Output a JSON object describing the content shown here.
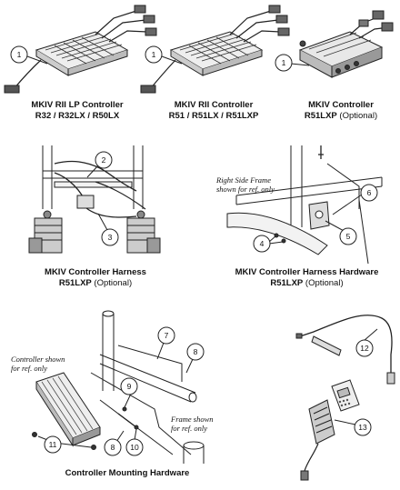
{
  "panels": {
    "p1": {
      "title": "MKIV RII LP Controller",
      "subtitle": "R32 / R32LX / R50LX",
      "callout": "1"
    },
    "p2": {
      "title": "MKIV RII Controller",
      "subtitle": "R51 / R51LX / R51LXP",
      "callout": "1"
    },
    "p3": {
      "title": "MKIV Controller",
      "subtitle": "R51LXP",
      "optional": "(Optional)",
      "callout": "1"
    },
    "p4": {
      "title": "MKIV Controller Harness",
      "subtitle": "R51LXP",
      "optional": "(Optional)",
      "callouts": [
        "2",
        "3"
      ]
    },
    "p5": {
      "title": "MKIV Controller Harness Hardware",
      "subtitle": "R51LXP",
      "optional": "(Optional)",
      "note": [
        "Right Side Frame",
        "shown for ref. only"
      ],
      "callouts": [
        "6",
        "5",
        "4"
      ]
    },
    "p6": {
      "title": "Controller Mounting Hardware",
      "note_controller": [
        "Controller shown",
        "for ref. only"
      ],
      "note_frame": [
        "Frame shown",
        "for ref. only"
      ],
      "callouts": [
        "7",
        "8",
        "9",
        "8",
        "10",
        "11"
      ]
    },
    "p7": {
      "callout": "12"
    },
    "p8": {
      "callout": "13"
    }
  }
}
